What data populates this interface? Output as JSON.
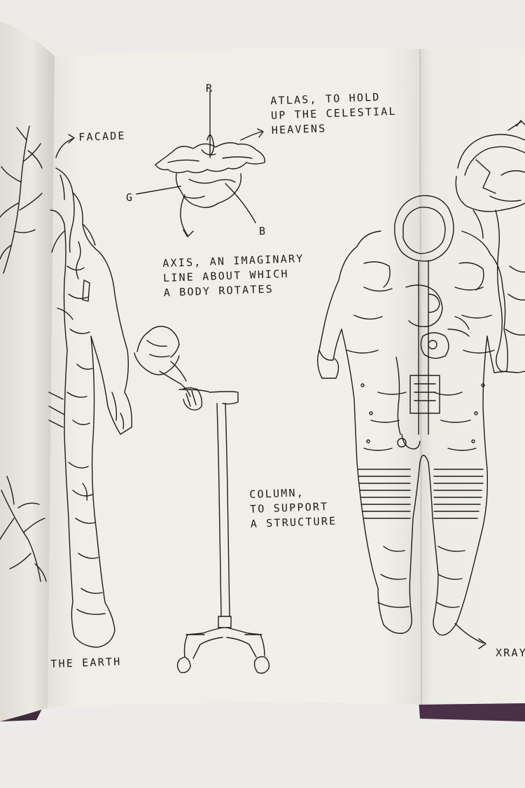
{
  "book": {
    "annotations": {
      "facade": "FACADE",
      "the_earth": "THE EARTH",
      "atlas": [
        "ATLAS, TO HOLD",
        "UP THE CELESTIAL",
        "HEAVENS"
      ],
      "axis_letters": {
        "r": "R",
        "g": "G",
        "b": "B"
      },
      "axis": [
        "AXIS, AN IMAGINARY",
        "LINE ABOUT WHICH",
        "A BODY ROTATES"
      ],
      "column": [
        "COLUMN,",
        "TO SUPPORT",
        "A STRUCTURE"
      ],
      "xray": "XRAY"
    },
    "colors": {
      "page": "#efeee6",
      "ink": "#1c1c1c",
      "background": "#ecebe9",
      "cover_edge": "#4a3148"
    },
    "illustrations": [
      "astronaut-suit-icon",
      "astronaut-helmet-icon",
      "astronaut-xray-icon",
      "axis-object-icon",
      "walking-cane-icon",
      "plant-sketch-icon"
    ]
  }
}
